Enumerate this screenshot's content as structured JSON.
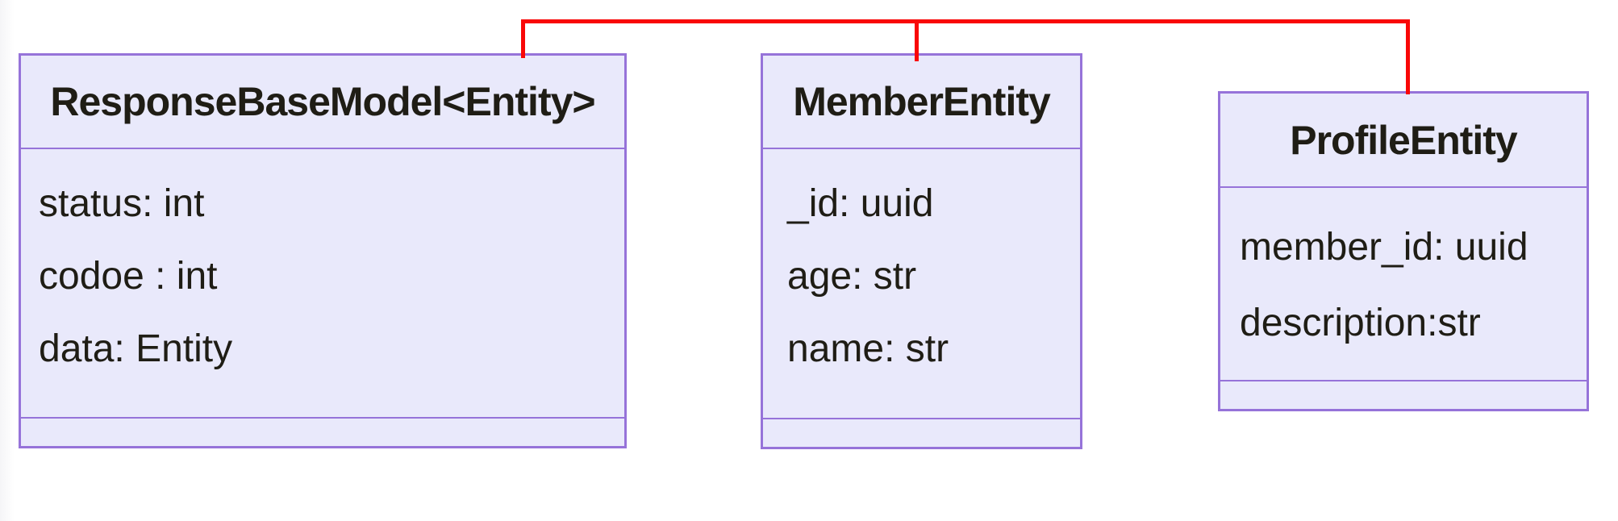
{
  "diagram": {
    "type": "uml-class-diagram",
    "colors": {
      "background": "#ffffff",
      "box_fill": "#e9e9fb",
      "box_border": "#9673d9",
      "connector": "#f90707",
      "text": "#1f1d15"
    },
    "connector": {
      "shape": "top-horizontal-tree",
      "connects": [
        "ResponseBaseModel<Entity>",
        "MemberEntity",
        "ProfileEntity"
      ]
    },
    "classes": [
      {
        "name": "ResponseBaseModel<Entity>",
        "fields": [
          "status: int",
          "codoe : int",
          "data: Entity"
        ],
        "methods": []
      },
      {
        "name": "MemberEntity",
        "fields": [
          "_id: uuid",
          "age: str",
          "name: str"
        ],
        "methods": []
      },
      {
        "name": "ProfileEntity",
        "fields": [
          "member_id: uuid",
          "description:str"
        ],
        "methods": []
      }
    ]
  }
}
